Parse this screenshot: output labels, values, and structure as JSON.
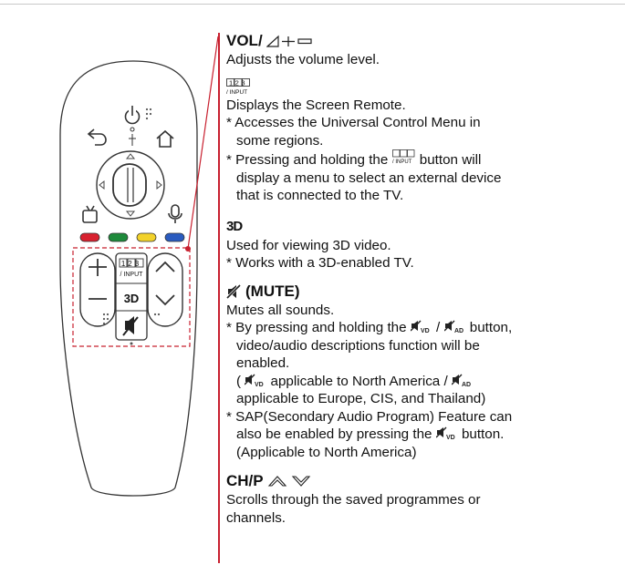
{
  "sections": {
    "volume": {
      "title": "VOL/",
      "desc": "Adjusts the volume level."
    },
    "input": {
      "icon_digits": "123",
      "icon_label": "/ INPUT",
      "desc": "Displays the Screen Remote.",
      "note1_a": "* Accesses the Universal Control Menu in",
      "note1_b": "some regions.",
      "note2_a_pre": "* Pressing and holding the",
      "note2_a_post": "button will",
      "note2_b": "display a menu to select an external device",
      "note2_c": "that is connected to the TV."
    },
    "three_d": {
      "title": "3D",
      "desc": "Used for viewing 3D video.",
      "note": "* Works with a 3D-enabled TV."
    },
    "mute": {
      "title": "(MUTE)",
      "desc": "Mutes all sounds.",
      "n1_pre": "* By pressing and holding the",
      "n1_slash": "/",
      "n1_post": "button,",
      "n1_b": "video/audio descriptions function will be",
      "n1_c": "enabled.",
      "n2_open": "(",
      "n2_a": "applicable to North America /",
      "n2_b": "applicable to Europe, CIS, and Thailand)",
      "n3_a": "* SAP(Secondary Audio Program) Feature can",
      "n3_b_pre": "also be enabled by pressing the",
      "n3_b_post": "button.",
      "n3_c": "(Applicable to North America)"
    },
    "channel": {
      "title": "CH/P",
      "desc_a": "Scrolls through the saved programmes or",
      "desc_b": "channels."
    }
  },
  "remote": {
    "input_digits": "123",
    "input_label": "/ INPUT",
    "three_d_label": "3D",
    "color_keys": [
      "#d8212f",
      "#1e8a3b",
      "#f2d22a",
      "#2a5bbf"
    ]
  },
  "colors": {
    "accent": "#c8202f",
    "outline": "#333333"
  }
}
